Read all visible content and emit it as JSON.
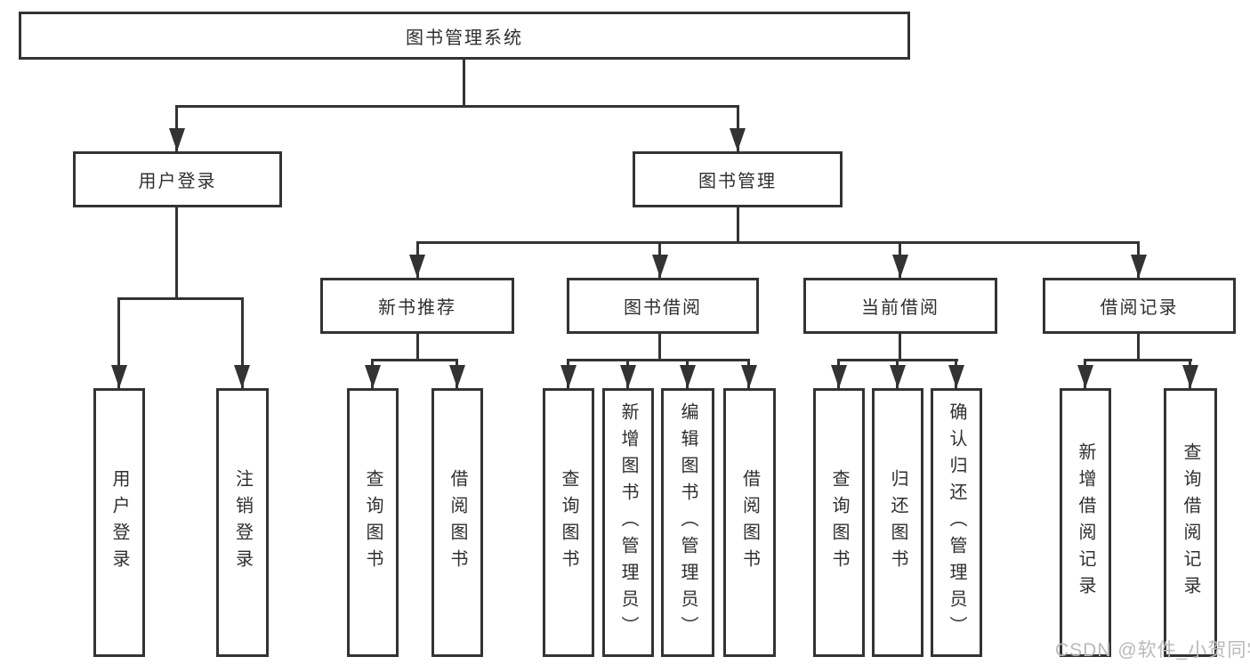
{
  "diagram_title": "图书管理系统",
  "tree": {
    "label": "图书管理系统",
    "children": [
      {
        "label": "用户登录",
        "children": [
          {
            "label": "用户登录"
          },
          {
            "label": "注销登录"
          }
        ]
      },
      {
        "label": "图书管理",
        "children": [
          {
            "label": "新书推荐",
            "children": [
              {
                "label": "查询图书"
              },
              {
                "label": "借阅图书"
              }
            ]
          },
          {
            "label": "图书借阅",
            "children": [
              {
                "label": "查询图书"
              },
              {
                "label": "新增图书（管理员）"
              },
              {
                "label": "编辑图书（管理员）"
              },
              {
                "label": "借阅图书"
              }
            ]
          },
          {
            "label": "当前借阅",
            "children": [
              {
                "label": "查询图书"
              },
              {
                "label": "归还图书"
              },
              {
                "label": "确认归还（管理员）"
              }
            ]
          },
          {
            "label": "借阅记录",
            "children": [
              {
                "label": "新增借阅记录"
              },
              {
                "label": "查询借阅记录"
              }
            ]
          }
        ]
      }
    ]
  },
  "watermark": {
    "text": "CSDN @软件_小贺同学",
    "color": "#b9b9b9"
  },
  "colors": {
    "line": "#333333",
    "text": "#2f2f2f",
    "background": "#ffffff"
  }
}
